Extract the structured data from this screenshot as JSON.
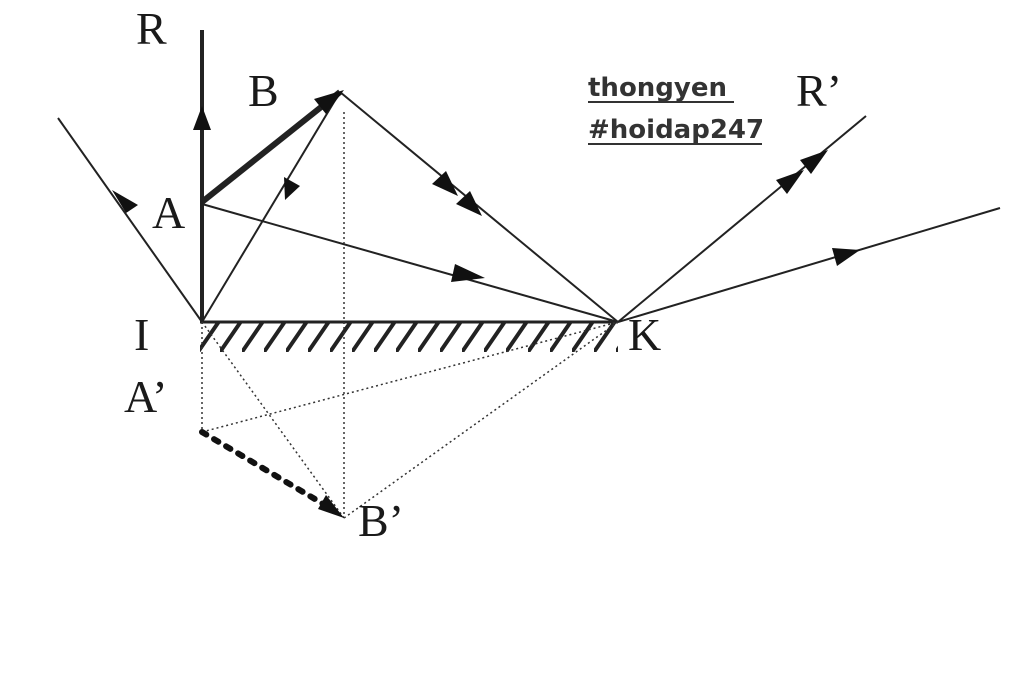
{
  "labels": {
    "R": "R",
    "B": "B",
    "A": "A",
    "I": "I",
    "A_prime": "A’",
    "B_prime": "B’",
    "K": "K",
    "R_prime": "R’"
  },
  "watermark": {
    "line1": "thongyen",
    "line2": "#hoidap247"
  },
  "colors": {
    "stroke": "#222222",
    "text": "#1a1a1a",
    "watermark": "#333333"
  }
}
